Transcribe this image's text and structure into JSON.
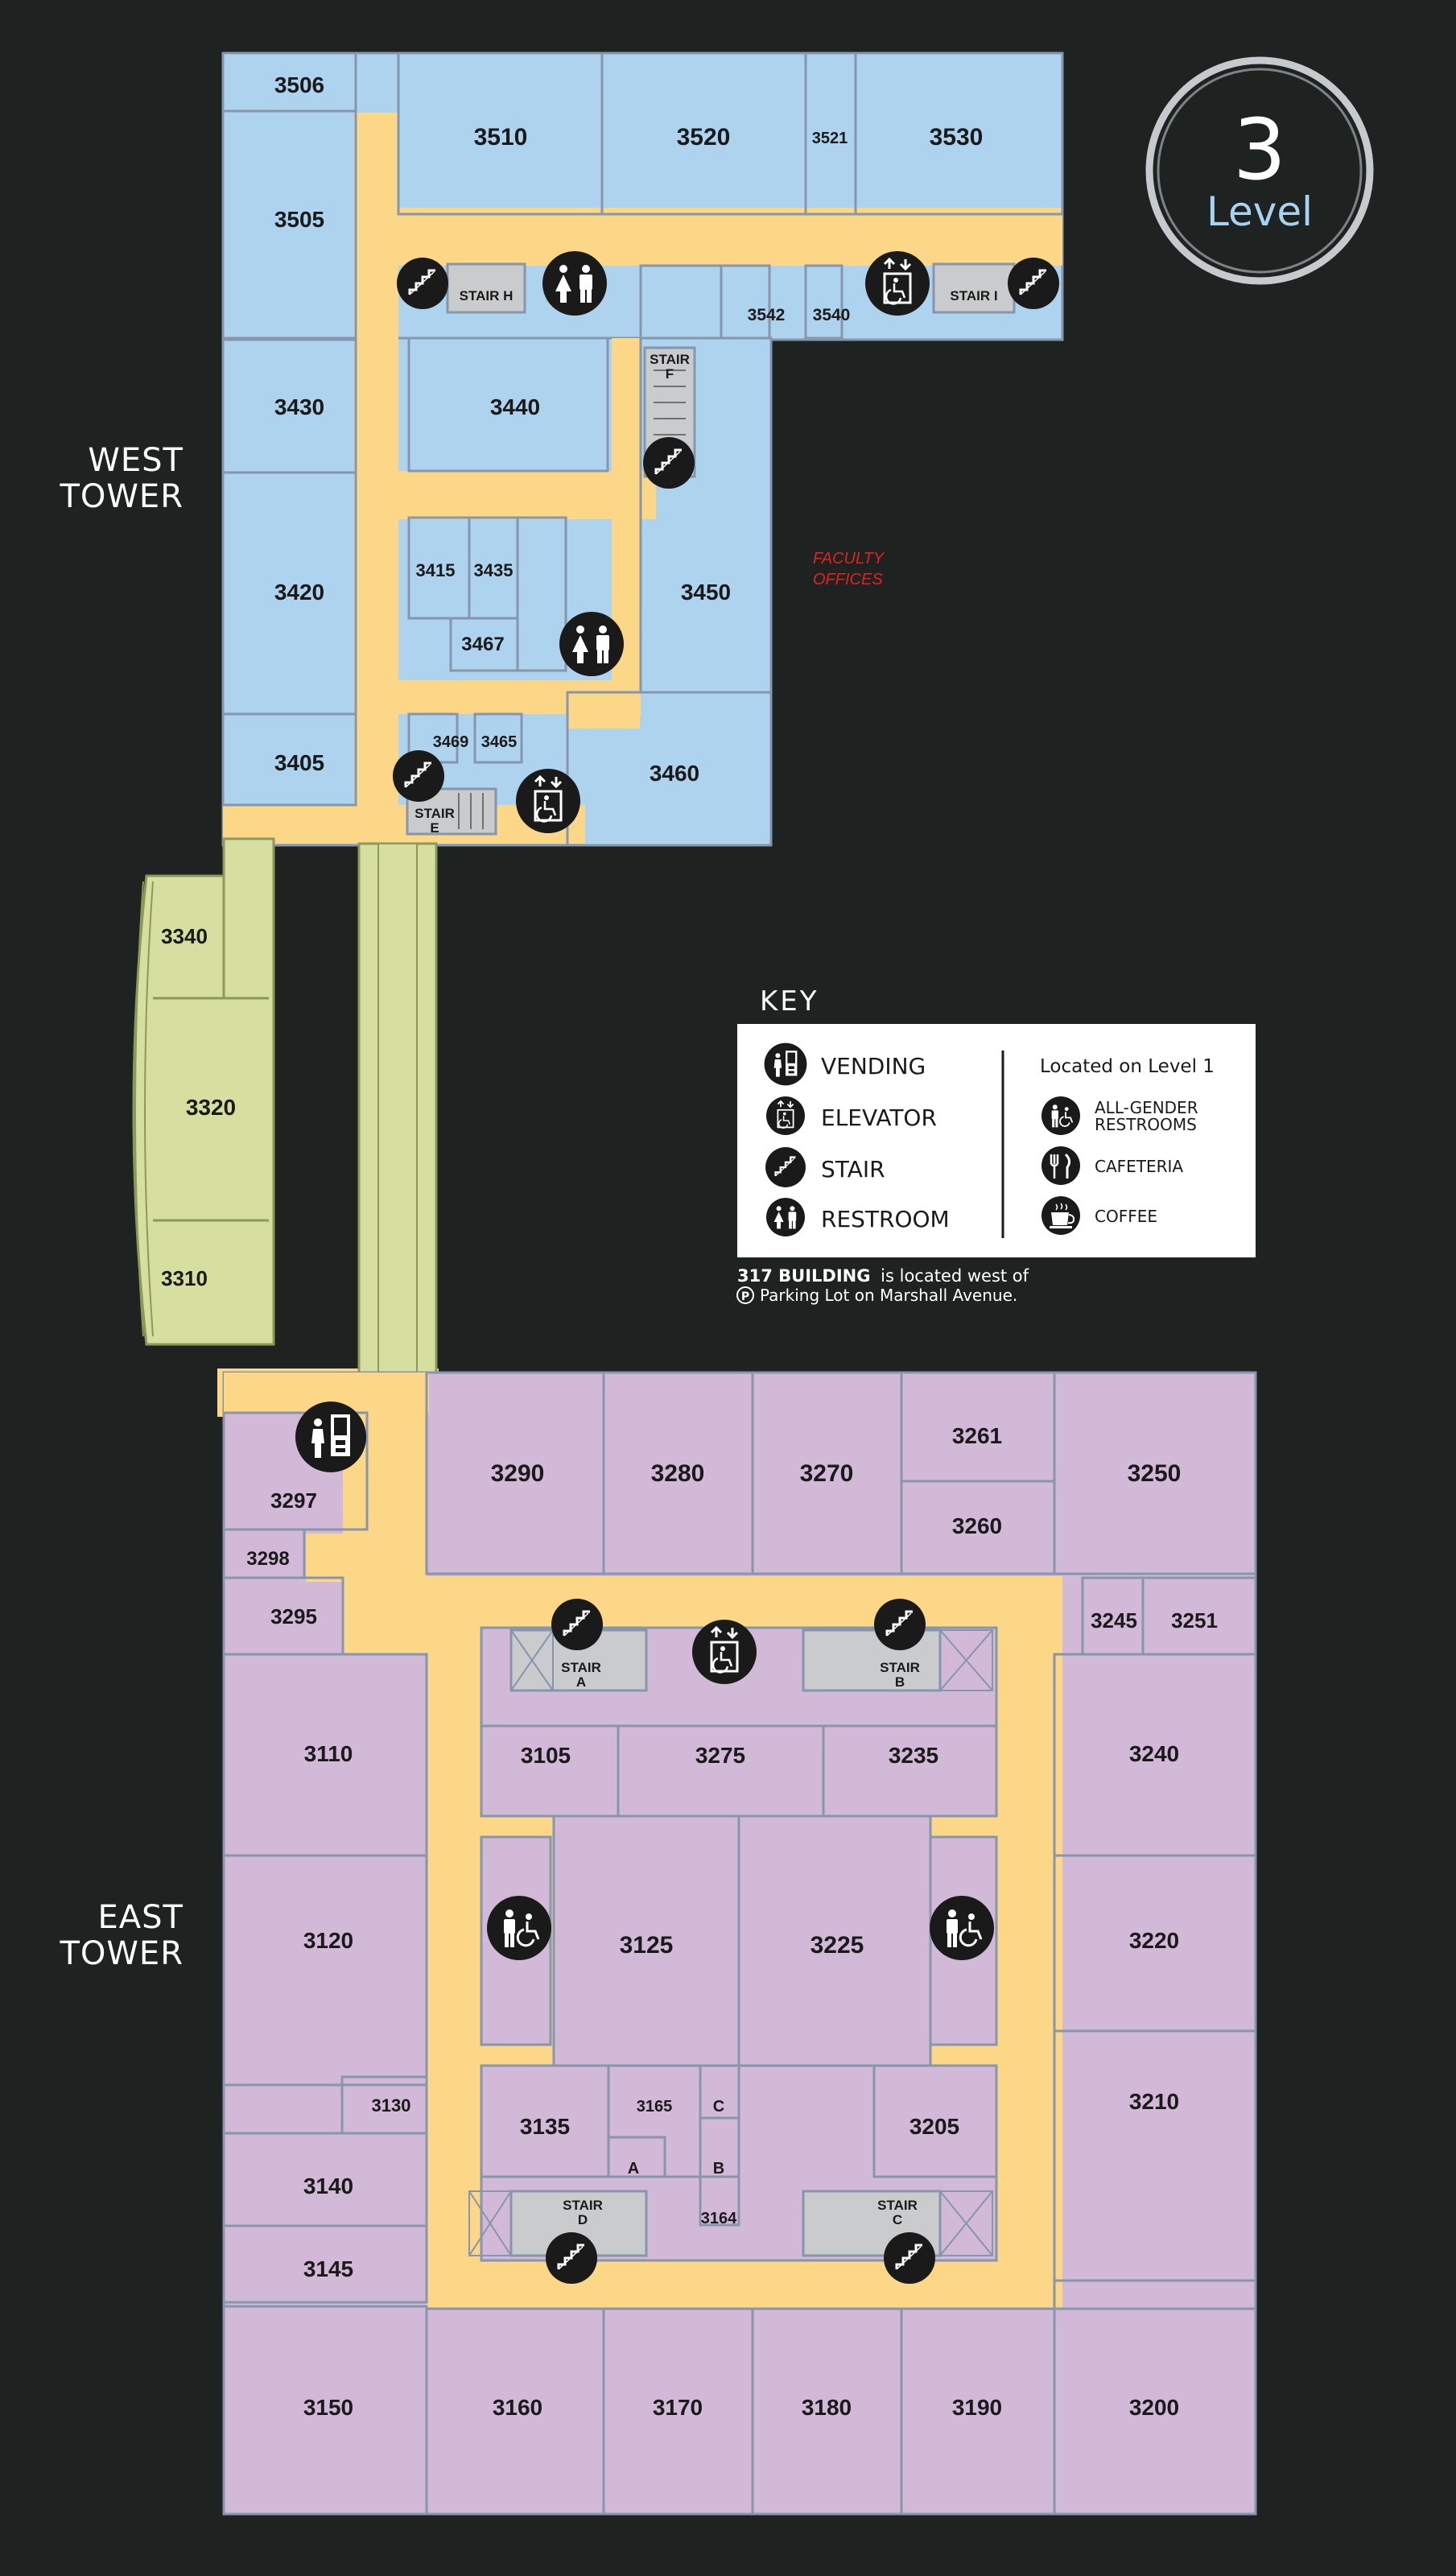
{
  "level": {
    "number": "3",
    "word": "Level"
  },
  "towers": {
    "west": [
      "WEST",
      "TOWER"
    ],
    "east": [
      "EAST",
      "TOWER"
    ]
  },
  "faculty_offices": [
    "FACULTY",
    "OFFICES"
  ],
  "key": {
    "title": "KEY",
    "items": [
      "VENDING",
      "ELEVATOR",
      "STAIR",
      "RESTROOM"
    ],
    "level1_heading": "Located on Level 1",
    "level1_items": [
      [
        "ALL-GENDER",
        "RESTROOMS"
      ],
      [
        "CAFETERIA"
      ],
      [
        "COFFEE"
      ]
    ]
  },
  "note": {
    "bold": "317 BUILDING",
    "line1": "is located west of",
    "parking_icon": "P",
    "line2": "Parking Lot on Marshall Avenue."
  },
  "stairs": {
    "h": [
      "STAIR H"
    ],
    "i": [
      "STAIR I"
    ],
    "f": [
      "STAIR",
      "F"
    ],
    "e": [
      "STAIR",
      "E"
    ],
    "a": [
      "STAIR",
      "A"
    ],
    "b": [
      "STAIR",
      "B"
    ],
    "c": [
      "STAIR",
      "C"
    ],
    "d": [
      "STAIR",
      "D"
    ]
  },
  "rooms": {
    "r3506": "3506",
    "r3505": "3505",
    "r3510": "3510",
    "r3520": "3520",
    "r3521": "3521",
    "r3530": "3530",
    "r3542": "3542",
    "r3540": "3540",
    "r3430": "3430",
    "r3440": "3440",
    "r3420": "3420",
    "r3415": "3415",
    "r3435": "3435",
    "r3467": "3467",
    "r3450": "3450",
    "r3405": "3405",
    "r3469": "3469",
    "r3465": "3465",
    "r3460": "3460",
    "r3340": "3340",
    "r3320": "3320",
    "r3310": "3310",
    "r3297": "3297",
    "r3298": "3298",
    "r3295": "3295",
    "r3290": "3290",
    "r3280": "3280",
    "r3270": "3270",
    "r3261": "3261",
    "r3260": "3260",
    "r3250": "3250",
    "r3245": "3245",
    "r3251": "3251",
    "r3105": "3105",
    "r3275": "3275",
    "r3235": "3235",
    "r3110": "3110",
    "r3240": "3240",
    "r3125": "3125",
    "r3225": "3225",
    "r3120": "3120",
    "r3220": "3220",
    "r3130": "3130",
    "r3135": "3135",
    "r3165": "3165",
    "rC": "C",
    "rA": "A",
    "rB": "B",
    "r3205": "3205",
    "r3210": "3210",
    "r3140": "3140",
    "r3164": "3164",
    "r3145": "3145",
    "r3150": "3150",
    "r3160": "3160",
    "r3170": "3170",
    "r3180": "3180",
    "r3190": "3190",
    "r3200": "3200"
  },
  "colors": {
    "background": "#1e2322",
    "west_tower": "#aed3ee",
    "bridge": "#d6df9f",
    "east_tower": "#d2b9d8",
    "corridor": "#fcd788",
    "wall": "#8696ac",
    "icon": "#1a1a1a",
    "faculty_offices": "#e0221f"
  }
}
